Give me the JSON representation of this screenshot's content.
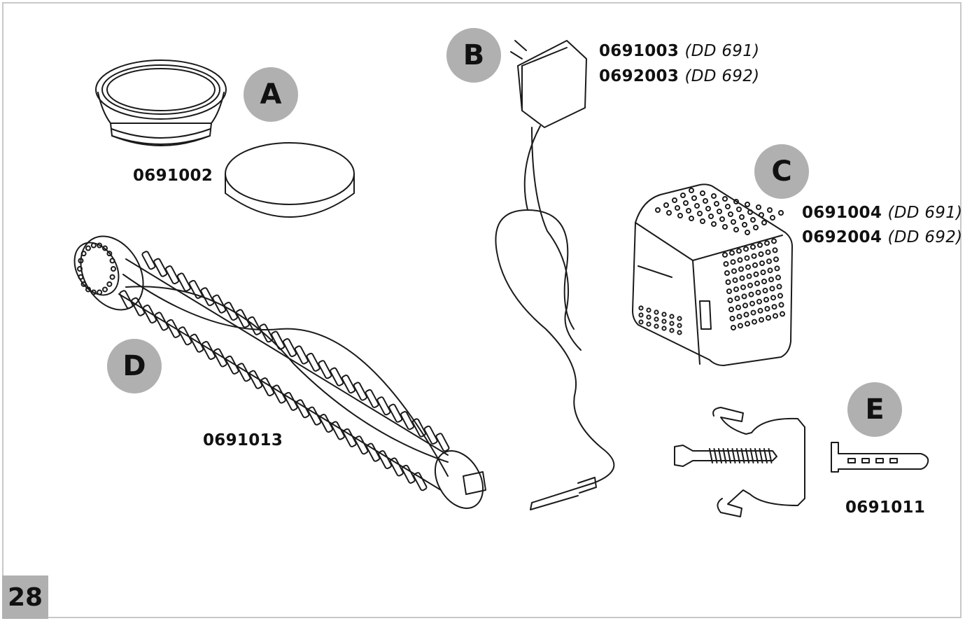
{
  "page": {
    "number": "28"
  },
  "parts": [
    {
      "letter": "A",
      "codes": [
        {
          "code": "0691002",
          "variant": ""
        }
      ]
    },
    {
      "letter": "B",
      "codes": [
        {
          "code": "0691003",
          "variant": "(DD 691)"
        },
        {
          "code": "0692003",
          "variant": "(DD 692)"
        }
      ]
    },
    {
      "letter": "C",
      "codes": [
        {
          "code": "0691004",
          "variant": "(DD 691)"
        },
        {
          "code": "0692004",
          "variant": "(DD 692)"
        }
      ]
    },
    {
      "letter": "D",
      "codes": [
        {
          "code": "0691013",
          "variant": ""
        }
      ]
    },
    {
      "letter": "E",
      "codes": [
        {
          "code": "0691011",
          "variant": ""
        }
      ]
    }
  ],
  "colors": {
    "badge": "#b0b0b0",
    "frame": "#c8c8c8",
    "ink": "#111111"
  }
}
